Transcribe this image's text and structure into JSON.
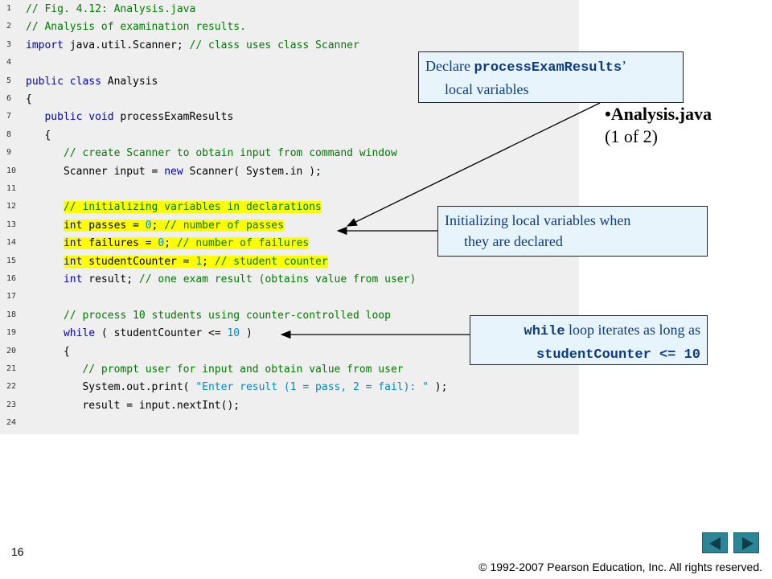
{
  "code": {
    "lines": [
      {
        "n": "1",
        "tokens": [
          {
            "t": "// Fig. 4.12: Analysis.java",
            "c": "comment"
          }
        ]
      },
      {
        "n": "2",
        "tokens": [
          {
            "t": "// Analysis of examination results.",
            "c": "comment"
          }
        ]
      },
      {
        "n": "3",
        "tokens": [
          {
            "t": "import",
            "c": "keyword"
          },
          {
            "t": " java.util.Scanner; "
          },
          {
            "t": "// class uses class Scanner",
            "c": "comment"
          }
        ]
      },
      {
        "n": "4",
        "tokens": []
      },
      {
        "n": "5",
        "tokens": [
          {
            "t": "public class",
            "c": "keyword"
          },
          {
            "t": " Analysis"
          }
        ]
      },
      {
        "n": "6",
        "tokens": [
          {
            "t": "{"
          }
        ]
      },
      {
        "n": "7",
        "tokens": [
          {
            "t": "   "
          },
          {
            "t": "public void",
            "c": "keyword"
          },
          {
            "t": " processExamResults"
          }
        ]
      },
      {
        "n": "8",
        "tokens": [
          {
            "t": "   {"
          }
        ]
      },
      {
        "n": "9",
        "tokens": [
          {
            "t": "      "
          },
          {
            "t": "// create Scanner to obtain input from command window",
            "c": "comment"
          }
        ]
      },
      {
        "n": "10",
        "tokens": [
          {
            "t": "      Scanner input = "
          },
          {
            "t": "new",
            "c": "keyword"
          },
          {
            "t": " Scanner( System.in );"
          }
        ]
      },
      {
        "n": "11",
        "tokens": []
      },
      {
        "n": "12",
        "hl": true,
        "tokens": [
          {
            "t": "      "
          },
          {
            "t": "// initializing variables in declarations",
            "c": "comment",
            "hl": true
          }
        ]
      },
      {
        "n": "13",
        "hl": true,
        "tokens": [
          {
            "t": "      "
          },
          {
            "t": "int",
            "c": "keyword",
            "hl": true
          },
          {
            "t": " passes = ",
            "hl": true
          },
          {
            "t": "0",
            "c": "number",
            "hl": true
          },
          {
            "t": "; ",
            "hl": true
          },
          {
            "t": "// number of passes",
            "c": "comment",
            "hl": true
          }
        ]
      },
      {
        "n": "14",
        "hl": true,
        "tokens": [
          {
            "t": "      "
          },
          {
            "t": "int",
            "c": "keyword",
            "hl": true
          },
          {
            "t": " failures = ",
            "hl": true
          },
          {
            "t": "0",
            "c": "number",
            "hl": true
          },
          {
            "t": "; ",
            "hl": true
          },
          {
            "t": "// number of failures",
            "c": "comment",
            "hl": true
          }
        ]
      },
      {
        "n": "15",
        "hl": true,
        "tokens": [
          {
            "t": "      "
          },
          {
            "t": "int",
            "c": "keyword",
            "hl": true
          },
          {
            "t": " studentCounter = ",
            "hl": true
          },
          {
            "t": "1",
            "c": "number",
            "hl": true
          },
          {
            "t": "; ",
            "hl": true
          },
          {
            "t": "// student counter",
            "c": "comment",
            "hl": true
          }
        ]
      },
      {
        "n": "16",
        "tokens": [
          {
            "t": "      "
          },
          {
            "t": "int",
            "c": "keyword"
          },
          {
            "t": " result; "
          },
          {
            "t": "// one exam result (obtains value from user)",
            "c": "comment"
          }
        ]
      },
      {
        "n": "17",
        "tokens": []
      },
      {
        "n": "18",
        "tokens": [
          {
            "t": "      "
          },
          {
            "t": "// process 10 students using counter-controlled loop",
            "c": "comment"
          }
        ]
      },
      {
        "n": "19",
        "tokens": [
          {
            "t": "      "
          },
          {
            "t": "while",
            "c": "keyword"
          },
          {
            "t": " ( studentCounter <= "
          },
          {
            "t": "10",
            "c": "number"
          },
          {
            "t": " )"
          }
        ]
      },
      {
        "n": "20",
        "tokens": [
          {
            "t": "      {"
          }
        ]
      },
      {
        "n": "21",
        "tokens": [
          {
            "t": "         "
          },
          {
            "t": "// prompt user for input and obtain value from user",
            "c": "comment"
          }
        ]
      },
      {
        "n": "22",
        "tokens": [
          {
            "t": "         System.out.print( "
          },
          {
            "t": "\"Enter result (1 = pass, 2 = fail): \"",
            "c": "string"
          },
          {
            "t": " );"
          }
        ]
      },
      {
        "n": "23",
        "tokens": [
          {
            "t": "         result = input.nextInt();"
          }
        ]
      },
      {
        "n": "24",
        "tokens": []
      }
    ]
  },
  "callouts": {
    "declare": {
      "prefix": "Declare ",
      "code": "processExamResults",
      "suffix": "’",
      "line2": "local variables"
    },
    "initializing": {
      "line1": "Initializing local variables when",
      "line2": "they are declared"
    },
    "while": {
      "code1": "while",
      "text1": " loop iterates as long as",
      "code2": "studentCounter <= 10"
    }
  },
  "side_title": {
    "line1": "•Analysis.java",
    "line2": "(1 of 2)"
  },
  "slide_number": "16",
  "copyright": "© 1992-2007 Pearson Education, Inc.  All rights reserved.",
  "colors": {
    "callout_text": "#0b3a86",
    "callout_bg": "#e8f4fb",
    "highlight": "#ffff00",
    "nav": "#2c8597"
  },
  "icons": {
    "prev": "left-triangle-icon",
    "next": "right-triangle-icon"
  }
}
